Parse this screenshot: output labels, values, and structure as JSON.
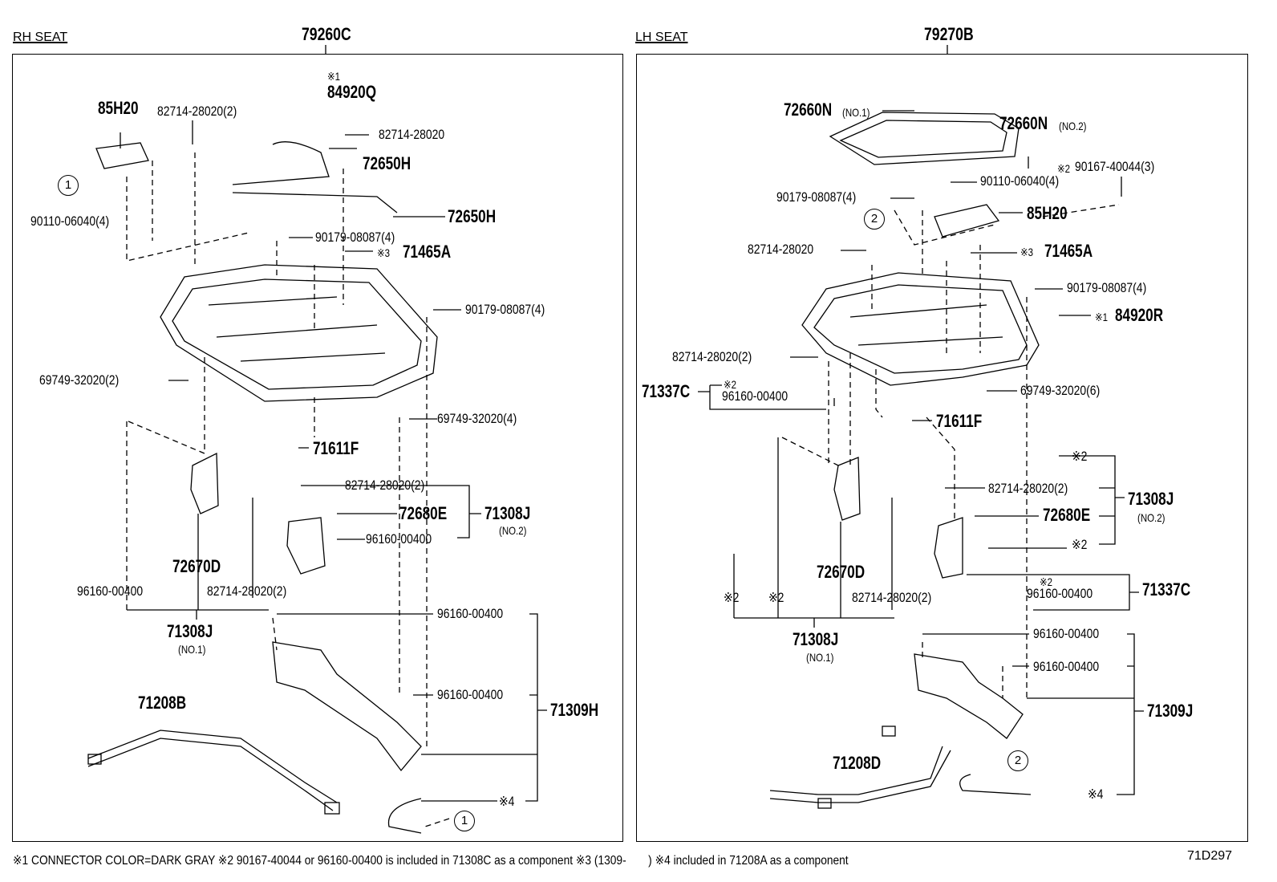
{
  "rh": {
    "header": "RH SEAT",
    "assembly": "79260C",
    "labels": [
      "※1",
      "84920Q",
      "85H20",
      "82714-28020(2)",
      "82714-28020",
      "72650H",
      "90110-06040(4)",
      "72650H",
      "90179-08087(4)",
      "※3",
      "71465A",
      "90179-08087(4)",
      "69749-32020(2)",
      "69749-32020(4)",
      "71611F",
      "82714-28020(2)",
      "72680E",
      "71308J",
      "(NO.2)",
      "96160-00400",
      "72670D",
      "96160-00400",
      "82714-28020(2)",
      "71308J",
      "(NO.1)",
      "96160-00400",
      "96160-00400",
      "71309H",
      "71208B",
      "※4"
    ],
    "circles": [
      "1",
      "1"
    ]
  },
  "lh": {
    "header": "LH SEAT",
    "assembly": "79270B",
    "labels": [
      "72660N",
      "(NO.1)",
      "72660N",
      "(NO.2)",
      "※2",
      "90167-40044(3)",
      "90110-06040(4)",
      "90179-08087(4)",
      "85H20",
      "82714-28020",
      "※3",
      "71465A",
      "90179-08087(4)",
      "※1",
      "84920R",
      "82714-28020(2)",
      "※2",
      "96160-00400",
      "71337C",
      "69749-32020(6)",
      "71611F",
      "※2",
      "82714-28020(2)",
      "71308J",
      "(NO.2)",
      "72680E",
      "※2",
      "72670D",
      "※2",
      "96160-00400",
      "71337C",
      "※2",
      "※2",
      "82714-28020(2)",
      "71308J",
      "(NO.1)",
      "96160-00400",
      "96160-00400",
      "71309J",
      "71208D",
      "※4"
    ],
    "circles": [
      "2",
      "2"
    ]
  },
  "footer": {
    "note": "※1 CONNECTOR COLOR=DARK GRAY ※2 90167-40044 or 96160-00400 is included in 71308C as a component ※3 (1309-　　) ※4 included in 71208A as a component",
    "code": "71D297"
  }
}
